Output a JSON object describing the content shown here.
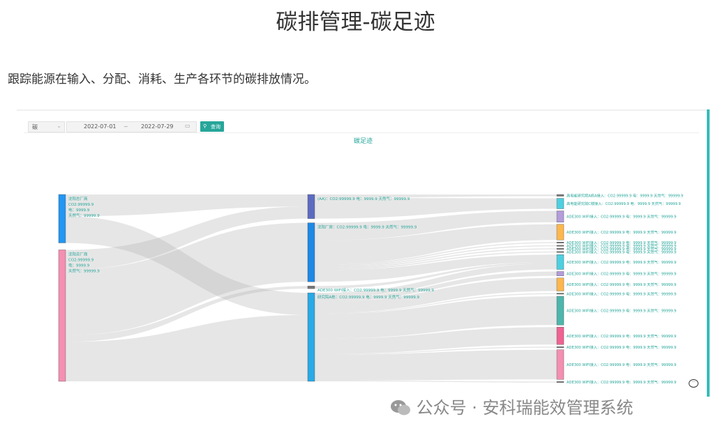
{
  "page": {
    "title": "碳排管理-碳足迹",
    "description": "跟踪能源在输入、分配、消耗、生产各环节的碳排放情况。"
  },
  "toolbar": {
    "type_select": "碳",
    "start_date": "2022-07-01",
    "date_separator": "~",
    "end_date": "2022-07-29",
    "query_label": "查询"
  },
  "chart": {
    "title": "碳足迹"
  },
  "chart_data": {
    "type": "sankey",
    "title": "碳足迹",
    "levels": [
      [
        {
          "id": "src1",
          "label": [
            "沈阳总厂商",
            "CO2:99999.9",
            "电：9999.9",
            "天然气：99999.9"
          ],
          "color": "#2196f3",
          "value": 35
        },
        {
          "id": "src2",
          "label": [
            "沈阳总厂商",
            "CO2:99999.9",
            "电：9999.9",
            "天然气：99999.9"
          ],
          "color": "#f48fb1",
          "value": 95
        }
      ],
      [
        {
          "id": "m1",
          "label": [
            "(AA)：CO2:99999.9 电：9999.9 天然气：99999.9"
          ],
          "color": "#5c6bc0",
          "value": 18
        },
        {
          "id": "m2",
          "label": [
            "沈阳厂房：CO2:99999.9 电：9999.9 天然气：99999.9"
          ],
          "color": "#1e88e5",
          "value": 44
        },
        {
          "id": "m3",
          "label": [
            "ADE300 WIFI接入：CO2:99999.9 电：9999.9 天然气：99999.9"
          ],
          "color": "#777777",
          "value": 2
        },
        {
          "id": "m4",
          "label": [
            "研究院A栋：CO2:99999.9 电：9999.9 天然气：99999.9"
          ],
          "color": "#29a9e6",
          "value": 66
        }
      ],
      [
        {
          "id": "t1",
          "label": [
            "高电能研究院A栋A接入：CO2:99999.9 电：9999.9 天然气：99999.9"
          ],
          "color": "#777777",
          "value": 2
        },
        {
          "id": "t2",
          "label": [
            "高电能研究院C楼接入：CO2:99999.9 电：9999.9 天然气：99999.9"
          ],
          "color": "#4dd0e1",
          "value": 12
        },
        {
          "id": "t3",
          "label": [
            "ADE300 WIFI接入：CO2:99999.9 电：9999.9 天然气：99999.9"
          ],
          "color": "#b39ddb",
          "value": 13
        },
        {
          "id": "t4",
          "label": [
            "ADE300 WIFI接入：CO2:99999.9 电：9999.9 天然气：99999.9"
          ],
          "color": "#ffb74d",
          "value": 18
        },
        {
          "id": "t5",
          "label": [
            "ADE300 WIFI接入：CO2:99999.9 电：9999.9 天然气：99999.9"
          ],
          "color": "#777777",
          "value": 1
        },
        {
          "id": "t6",
          "label": [
            "ADE300 WIFI接入：CO2:99999.9 电：9999.9 天然气：99999.9"
          ],
          "color": "#777777",
          "value": 1
        },
        {
          "id": "t7",
          "label": [
            "ADE300 WIFI接入：CO2:99999.9 电：9999.9 天然气：99999.9"
          ],
          "color": "#777777",
          "value": 1
        },
        {
          "id": "t8",
          "label": [
            "ADE300 WIFI接入：CO2:99999.9 电：9999.9 天然气：99999.9"
          ],
          "color": "#777777",
          "value": 1
        },
        {
          "id": "t9",
          "label": [
            "ADE300 WIFI接入：CO2:99999.9 电：9999.9 天然气：99999.9"
          ],
          "color": "#4dd0e1",
          "value": 17
        },
        {
          "id": "t10",
          "label": [
            "ADE300 WIFI接入：CO2:99999.9 电：9999.9 天然气：99999.9"
          ],
          "color": "#b39ddb",
          "value": 5
        },
        {
          "id": "t11",
          "label": [
            "ADE300 WIFI接入：CO2:99999.9 电：9999.9 天然气：99999.9"
          ],
          "color": "#ffb74d",
          "value": 15
        },
        {
          "id": "t12",
          "label": [
            "ADE300 WIFI接入：CO2:99999.9 电：9999.9 天然气：99999.9"
          ],
          "color": "#777777",
          "value": 1
        },
        {
          "id": "t13",
          "label": [
            "ADE300 WIFI接入：CO2:99999.9 电：9999.9 天然气：99999.9"
          ],
          "color": "#4db6ac",
          "value": 33
        },
        {
          "id": "t14",
          "label": [
            "ADE300 WIFI接入：CO2:99999.9 电：9999.9 天然气：99999.9"
          ],
          "color": "#f06292",
          "value": 20
        },
        {
          "id": "t15",
          "label": [
            "ADE300 WIFI接入：CO2:99999.9 电：9999.9 天然气：99999.9"
          ],
          "color": "#777777",
          "value": 1
        },
        {
          "id": "t16",
          "label": [
            "ADE300 WIFI接入：CO2:99999.9 电：9999.9 天然气：99999.9"
          ],
          "color": "#f48fb1",
          "value": 34
        },
        {
          "id": "t17",
          "label": [
            "ADE300 WIFI接入：CO2:99999.9 电：9999.9 天然气：99999.9"
          ],
          "color": "#777777",
          "value": 1
        }
      ]
    ]
  },
  "watermark": "公众号 · 安科瑞能效管理系统"
}
